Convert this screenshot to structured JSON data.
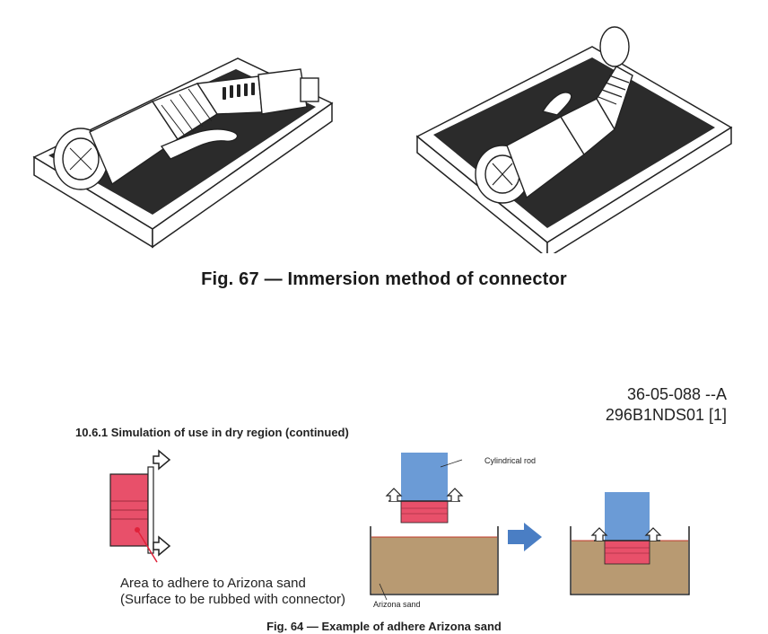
{
  "fig67": {
    "caption": "Fig. 67 — Immersion method of connector"
  },
  "doc": {
    "number_line1": "36-05-088 --A",
    "number_line2": "296B1NDS01 [1]"
  },
  "section": {
    "heading": "10.6.1   Simulation of use in dry region (continued)"
  },
  "fig64": {
    "label_area_line1": "Area to adhere to Arizona sand",
    "label_area_line2": "(Surface to be rubbed with connector)",
    "label_rod": "Cylindrical rod",
    "label_sand": "Arizona sand",
    "caption": "Fig. 64 — Example of adhere Arizona sand"
  },
  "colors": {
    "tray_inner": "#2b2b2b",
    "rod": "#6b9bd6",
    "connector": "#e8506a",
    "sand": "#b89a72",
    "arrow": "#4a7ec4"
  }
}
